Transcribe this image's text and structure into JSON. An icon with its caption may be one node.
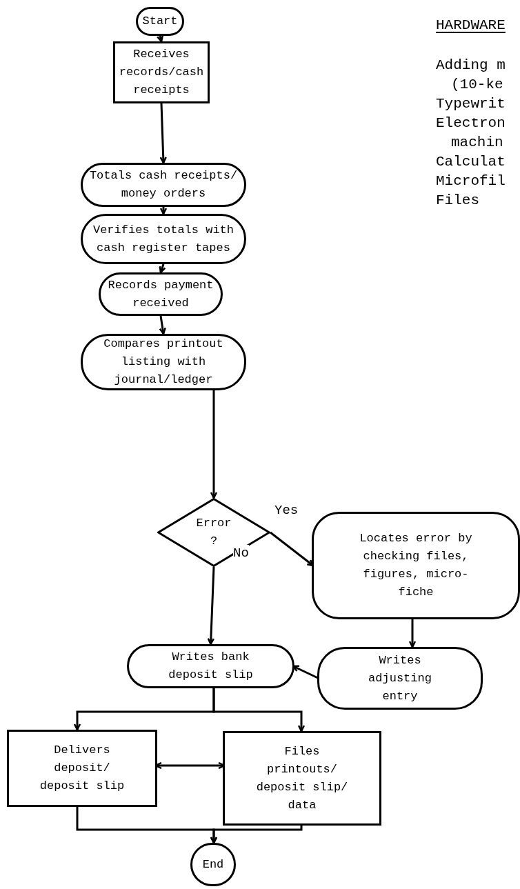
{
  "diagram": {
    "nodes": [
      {
        "text": [
          "Start"
        ]
      },
      {
        "text": [
          "Receives records/cash receipts"
        ]
      },
      {
        "text": [
          "Totals cash receipts/ money orders"
        ]
      },
      {
        "text": [
          "Verifies totals with cash register tapes"
        ]
      },
      {
        "text": [
          "Records payment received"
        ]
      },
      {
        "text": [
          "Compares printout listing with journal/ledger"
        ]
      },
      {
        "text": [
          "Error ?"
        ]
      },
      {
        "text": [
          "Locates error by checking files, figures, micro- fiche"
        ]
      },
      {
        "text": [
          "Writes bank deposit slip"
        ]
      },
      {
        "text": [
          "Writes adjusting entry"
        ]
      },
      {
        "text": [
          "Delivers deposit/ deposit slip"
        ]
      },
      {
        "text": [
          "Files printouts/ deposit slip/ data"
        ]
      },
      {
        "text": [
          "End"
        ]
      }
    ],
    "edges": [
      {
        "from": 0,
        "to": 1,
        "arrow": "to"
      },
      {
        "from": 1,
        "to": 2,
        "arrow": "to"
      },
      {
        "from": 2,
        "to": 3,
        "arrow": "to"
      },
      {
        "from": 3,
        "to": 4,
        "arrow": "to"
      },
      {
        "from": 4,
        "to": 5,
        "arrow": "to"
      },
      {
        "from": 5,
        "to": 6,
        "arrow": "to"
      },
      {
        "from": 6,
        "to": 7,
        "arrow": "to",
        "label": "Yes"
      },
      {
        "from": 6,
        "to": 8,
        "arrow": "to",
        "label": "No"
      },
      {
        "from": 7,
        "to": 9,
        "arrow": "to"
      },
      {
        "from": 9,
        "to": 8,
        "arrow": "to"
      },
      {
        "from": 8,
        "to": 10,
        "arrow": "to"
      },
      {
        "from": 8,
        "to": 11,
        "arrow": "to"
      },
      {
        "from": 10,
        "to": 11,
        "arrow": "both"
      },
      {
        "from": 10,
        "to": 12,
        "arrow": "to"
      },
      {
        "from": 11,
        "to": 12,
        "arrow": "to"
      }
    ],
    "labels": [
      "HARDWARE",
      "Adding m",
      "(10-ke",
      "Typewrit",
      "Electron",
      "machin",
      "Calculat",
      "Microfil",
      "Files"
    ]
  }
}
